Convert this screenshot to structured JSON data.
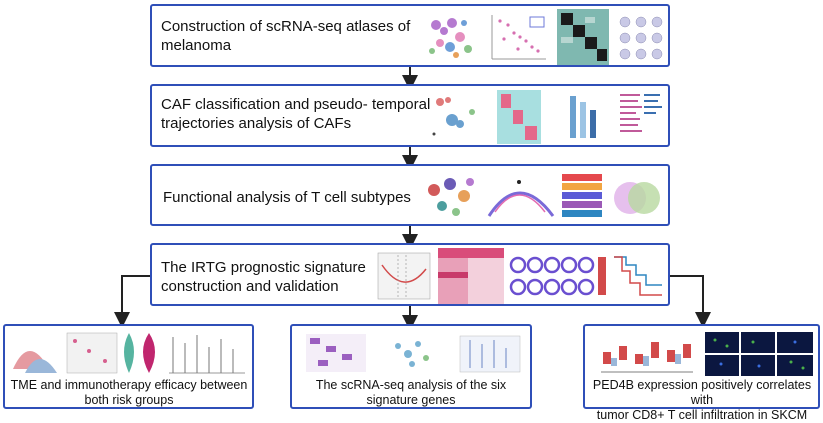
{
  "steps": {
    "step1": {
      "label_line1": "Construction of scRNA-seq  atlases  of",
      "label_line2": "melanoma"
    },
    "step2": {
      "label_line1": "CAF classification and pseudo- temporal",
      "label_line2": "trajectories analysis of CAFs"
    },
    "step3": {
      "label_line1": "Functional analysis of T cell subtypes"
    },
    "step4": {
      "label_line1": "The IRTG prognostic signature",
      "label_line2": "construction and validation"
    }
  },
  "branches": {
    "left": {
      "label_line1": "TME and immunotherapy efficacy between",
      "label_line2": "both risk groups"
    },
    "middle": {
      "label_line1": "The scRNA-seq  analysis of the six",
      "label_line2": "signature genes"
    },
    "right": {
      "label_line1": "PED4B expression positively correlates with",
      "label_line2": "tumor CD8+ T cell infiltration in SKCM"
    }
  },
  "colors": {
    "border": "#2f4fb8",
    "arrow": "#222222"
  }
}
